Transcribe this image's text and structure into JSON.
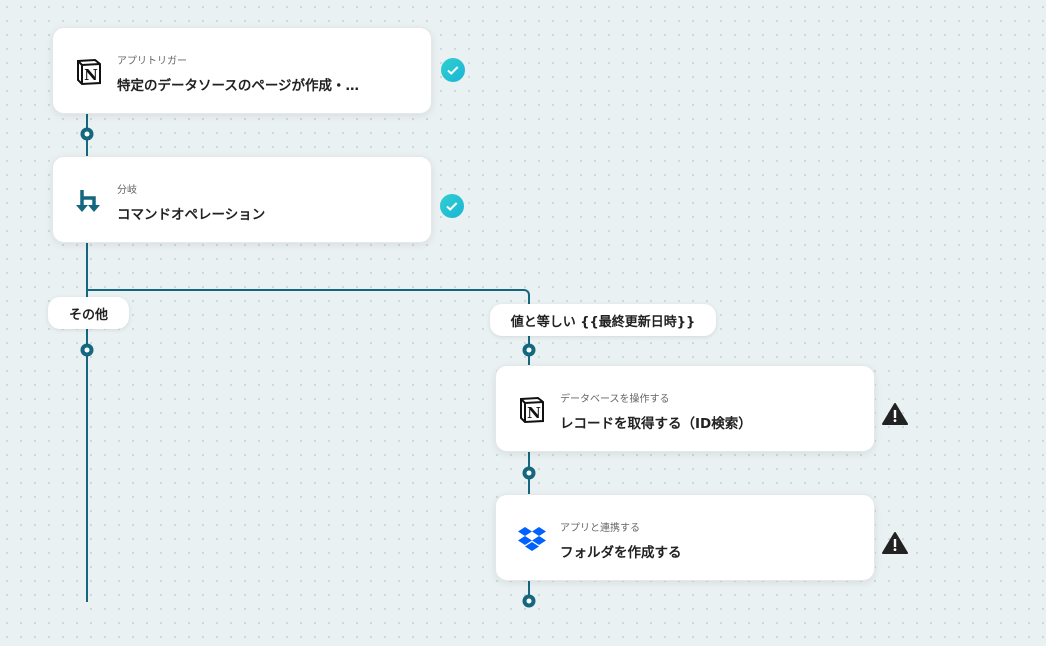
{
  "steps": [
    {
      "subtitle": "アプリトリガー",
      "title": "特定のデータソースのページが作成・…",
      "app": "notion",
      "status": "complete"
    },
    {
      "subtitle": "分岐",
      "title": "コマンドオペレーション",
      "app": "branch",
      "status": "complete"
    },
    {
      "subtitle": "データベースを操作する",
      "title": "レコードを取得する（ID検索）",
      "app": "notion",
      "status": "warning"
    },
    {
      "subtitle": "アプリと連携する",
      "title": "フォルダを作成する",
      "app": "dropbox",
      "status": "warning"
    }
  ],
  "branches": {
    "else_label": "その他",
    "condition_label": "値と等しい {{最終更新日時}}"
  },
  "colors": {
    "line": "#14677e",
    "check": "#22c3d4",
    "warning": "#222222",
    "dropbox": "#0061fe"
  }
}
